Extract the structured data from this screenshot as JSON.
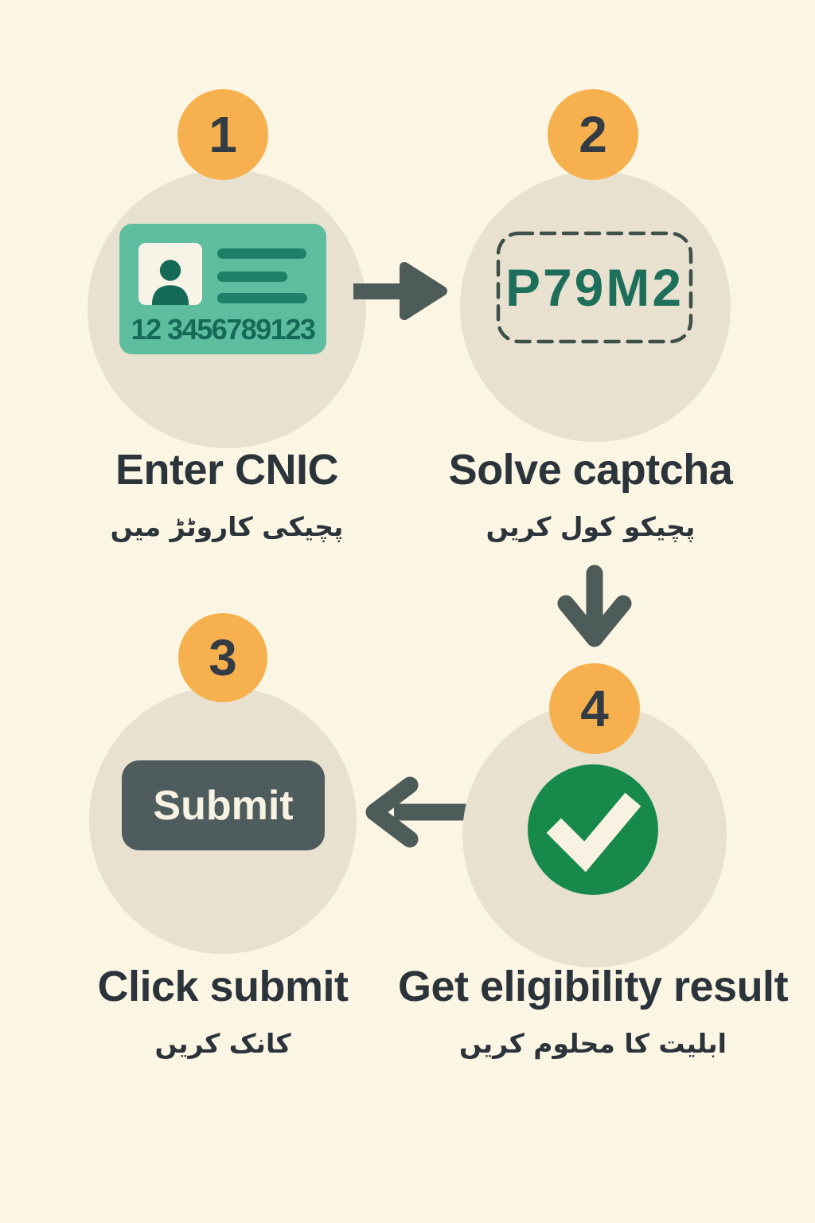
{
  "steps": [
    {
      "number": "1",
      "title": "Enter CNIC",
      "subtitle_urdu": "پچیکی کاروٹڑ میں",
      "card": {
        "number": "12 3456789123"
      }
    },
    {
      "number": "2",
      "title": "Solve captcha",
      "subtitle_urdu": "پچیکو کول کریں",
      "captcha_code": "P79M2"
    },
    {
      "number": "3",
      "title": "Click submit",
      "subtitle_urdu": "کانک کریں",
      "button_label": "Submit"
    },
    {
      "number": "4",
      "title": "Get eligibility result",
      "subtitle_urdu": "ابلیت کا محلوم کریں"
    }
  ],
  "colors": {
    "background": "#fbf5e3",
    "step_circle": "#e8e1cf",
    "badge": "#f6b14e",
    "badge_text": "#333b45",
    "heading_text": "#2b333b",
    "arrow": "#4d5b59",
    "card_teal": "#5dbd9e",
    "card_dark": "#156a57",
    "card_line": "#1e8066",
    "photo_bg": "#f7f3e6",
    "captcha_text": "#1d6f5b",
    "captcha_border": "#3d4f49",
    "submit_bg": "#4e5c5d",
    "submit_text": "#f7f2e2",
    "check_green": "#178a4b",
    "check_mark": "#f7f2e2"
  }
}
